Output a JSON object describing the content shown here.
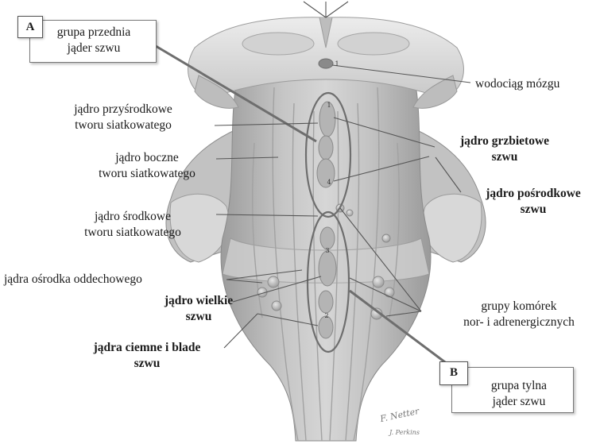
{
  "labels": {
    "group_front_1": "grupa przednia",
    "group_front_2": "jąder szwu",
    "aqueduct": "wodociąg mózgu",
    "paramedian_1": "jądro przyśrodkowe",
    "paramedian_2": "tworu siatkowatego",
    "lateral_1": "jądro boczne",
    "lateral_2": "tworu siatkowatego",
    "dorsal_1": "jądro grzbietowe",
    "dorsal_2": "szwu",
    "central_1": "jądro środkowe",
    "central_2": "tworu siatkowatego",
    "median_1": "jądro pośrodkowe",
    "median_2": "szwu",
    "respiratory": "jądra ośrodka oddechowego",
    "magnus_1": "jądro wielkie",
    "magnus_2": "szwu",
    "groups_1": "grupy komórek",
    "groups_2": "nor- i adrenergicznych",
    "obscurus_1": "jądra ciemne i blade",
    "obscurus_2": "szwu",
    "group_back_1": "grupa tylna",
    "group_back_2": "jąder szwu"
  },
  "markers": {
    "a": "A",
    "b": "B"
  },
  "numbers": [
    "1",
    "2",
    "3",
    "4",
    "1"
  ],
  "signature": {
    "artist": "F. Netter",
    "coartist": "J. Perkins"
  },
  "colors": {
    "leader": "#555555",
    "outline": "#6e6e6e",
    "tissue": "#b9b9b9"
  }
}
